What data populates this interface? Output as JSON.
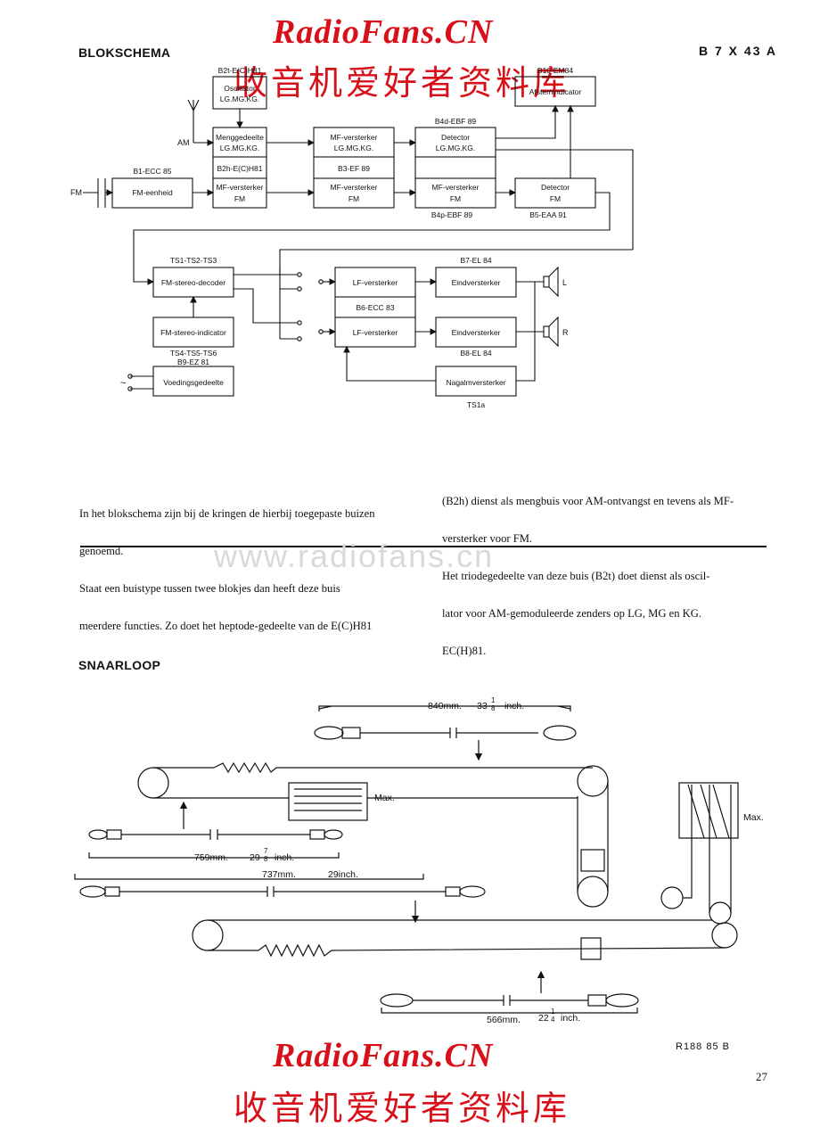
{
  "watermark": {
    "top_brand": "RadioFans.CN",
    "top_cn": "收音机爱好者资料库",
    "mid_url": "www.radiofans.cn",
    "bottom_brand": "RadioFans.CN",
    "bottom_cn": "收音机爱好者资料库"
  },
  "header": {
    "section_title": "BLOKSCHEMA",
    "model": "B 7 X 43 A"
  },
  "block_diagram": {
    "inputs": {
      "am": "AM",
      "fm": "FM"
    },
    "blocks": {
      "oscillator": [
        "Oscillator",
        "LG.MG.KG."
      ],
      "mixer": [
        "Menggedeelte",
        "LG.MG.KG."
      ],
      "mf_am_1": [
        "MF-versterker",
        "LG.MG.KG."
      ],
      "detector_am": [
        "Detector",
        "LG.MG.KG."
      ],
      "tuning_indicator": [
        "Afstemindicator"
      ],
      "fm_unit": [
        "FM-eenheid"
      ],
      "mf_fm_1": [
        "MF-versterker",
        "FM"
      ],
      "mf_fm_2": [
        "MF-versterker",
        "FM"
      ],
      "mf_fm_3": [
        "MF-versterker",
        "FM"
      ],
      "detector_fm": [
        "Detector",
        "FM"
      ],
      "stereo_decoder": [
        "FM-stereo-decoder"
      ],
      "stereo_indicator": [
        "FM-stereo-indicator"
      ],
      "power_supply": [
        "Voedingsgedeelte"
      ],
      "lf_amp_l": [
        "LF-versterker"
      ],
      "lf_amp_r": [
        "LF-versterker"
      ],
      "output_l": [
        "Eindversterker"
      ],
      "output_r": [
        "Eindversterker"
      ],
      "reverb_amp": [
        "Nagalmversterker"
      ]
    },
    "tube_labels": {
      "b2t": "B2t-E(C)H81",
      "b10": "B10-EM84",
      "b4d": "B4d-EBF 89",
      "b2h": "B2h-E(C)H81",
      "b3": "B3-EF 89",
      "b1": "B1-ECC 85",
      "b4p": "B4p-EBF 89",
      "b5": "B5-EAA 91",
      "ts_decoder": "TS1-TS2-TS3",
      "b7": "B7-EL 84",
      "b6": "B6-ECC 83",
      "ts_indicator": "TS4-TS5-TS6",
      "b9": "B9-EZ 81",
      "b8": "B8-EL 84",
      "ts_reverb": "TS1a"
    },
    "speaker_labels": {
      "left": "L",
      "right": "R"
    },
    "mains_symbol": "~"
  },
  "text": {
    "left_col": [
      "In het blokschema zijn bij de kringen de hierbij toegepaste buizen",
      "genoemd.",
      "Staat een buistype tussen twee blokjes dan heeft deze buis",
      "meerdere functies. Zo doet het heptode-gedeelte van de E(C)H81"
    ],
    "right_col": [
      "(B2h) dienst als mengbuis voor AM-ontvangst en tevens als MF-",
      "versterker voor FM.",
      "Het triodegedeelte van deze buis (B2t) doet dienst als oscil-",
      "lator voor AM-gemoduleerde zenders op LG, MG en KG.",
      "EC(H)81."
    ]
  },
  "snaarloop": {
    "title": "SNAARLOOP",
    "cords": [
      {
        "length": "840mm.",
        "inch": "33",
        "frac_num": "1",
        "frac_den": "8",
        "unit": "inch."
      },
      {
        "length": "759mm.",
        "inch": "29",
        "frac_num": "7",
        "frac_den": "8",
        "unit": "inch."
      },
      {
        "length": "737mm.",
        "inch": "29inch.",
        "frac_num": "",
        "frac_den": "",
        "unit": ""
      },
      {
        "length": "566mm.",
        "inch": "22",
        "frac_num": "1",
        "frac_den": "4",
        "unit": "inch."
      }
    ],
    "max_labels": [
      "Max.",
      "Max."
    ]
  },
  "footer": {
    "ref": "R188 85 B",
    "page": "27"
  }
}
